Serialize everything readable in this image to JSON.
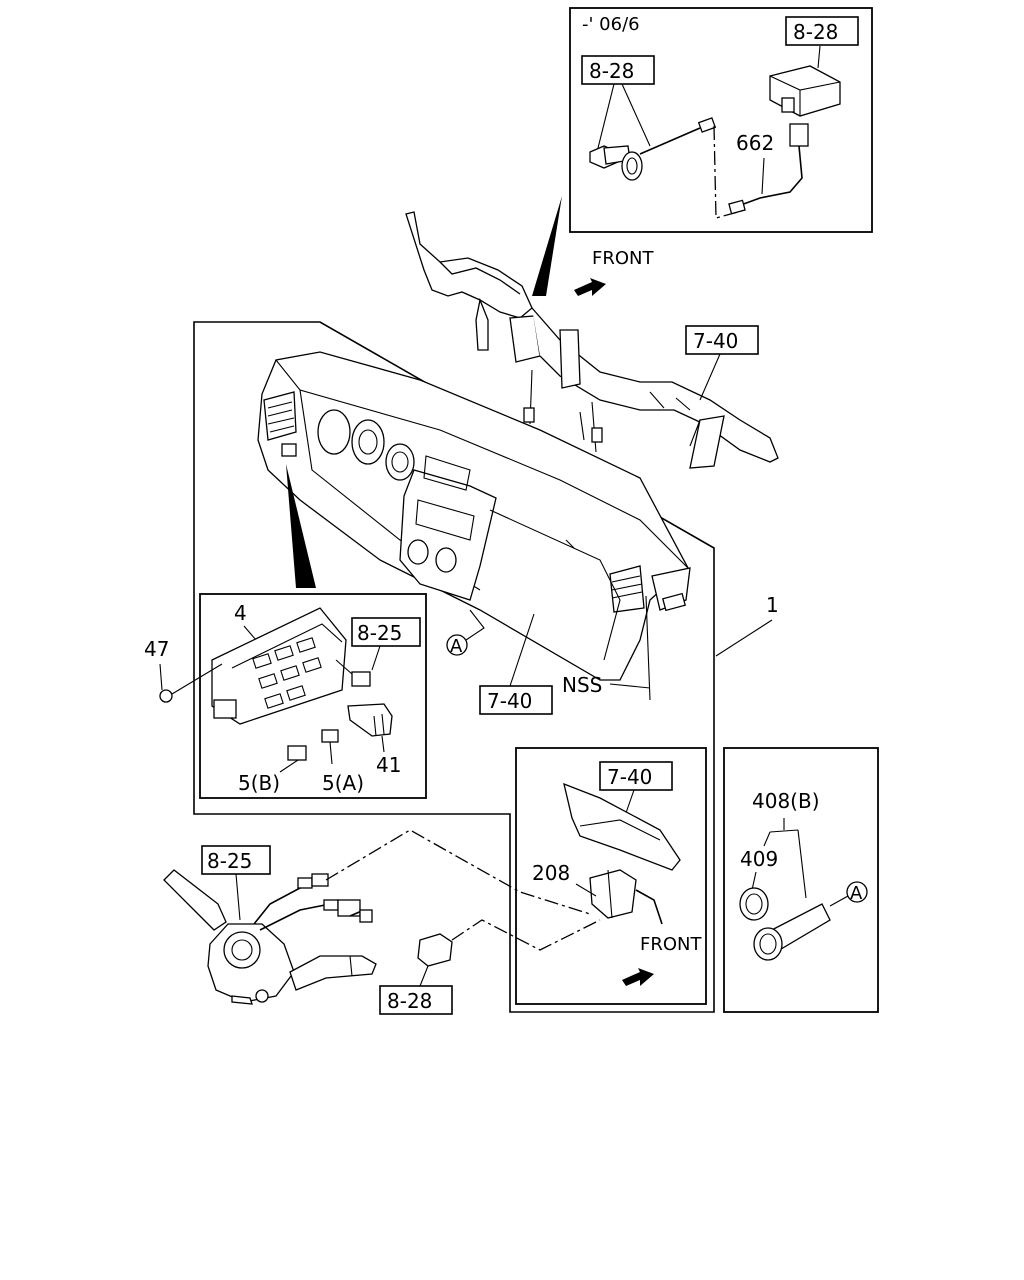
{
  "inset_top": {
    "date_range": "-' 06/6",
    "refs": [
      "8-28",
      "8-28"
    ],
    "part_number": "662"
  },
  "front_labels": [
    "FRONT",
    "FRONT"
  ],
  "dashboard": {
    "refs": [
      "7-40",
      "7-40",
      "7-40"
    ],
    "part_main": "1",
    "nss": "NSS",
    "circle_ref": "A"
  },
  "inset_switches": {
    "part_unit": "4",
    "ref": "8-25",
    "part_41": "41",
    "part_5b": "5(B)",
    "part_5a": "5(A)"
  },
  "screw": {
    "part": "47"
  },
  "combo_switch": {
    "ref_top": "8-25",
    "ref_bottom": "8-28"
  },
  "inset_relay": {
    "part": "208"
  },
  "inset_lighter": {
    "part_408": "408(B)",
    "part_409": "409",
    "circle_ref": "A"
  }
}
